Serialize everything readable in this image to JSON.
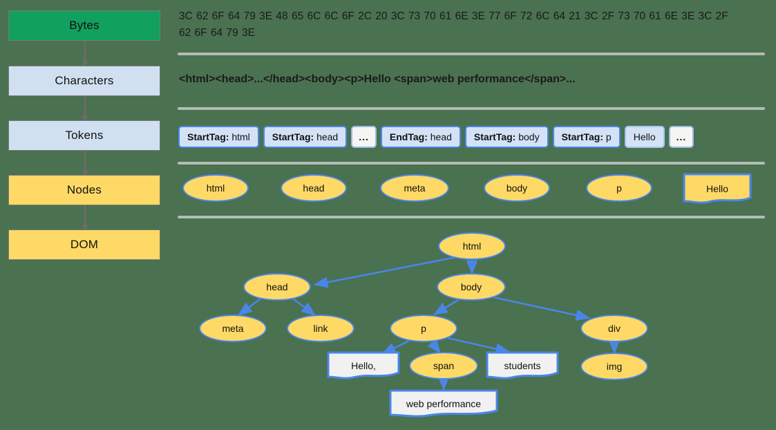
{
  "background_color": "#4a7150",
  "colors": {
    "green": "#12a05e",
    "light_blue": "#d0e0f1",
    "yellow": "#ffd966",
    "node_border_blue": "#4a86e8",
    "arrow_blue": "#4a86e8",
    "separator_gray": "#b3bcb4",
    "text_node_fill": "#f1f1f1"
  },
  "pipeline": {
    "stages": [
      {
        "label": "Bytes",
        "fill": "green"
      },
      {
        "label": "Characters",
        "fill": "blue"
      },
      {
        "label": "Tokens",
        "fill": "blue"
      },
      {
        "label": "Nodes",
        "fill": "yellow"
      },
      {
        "label": "DOM",
        "fill": "yellow"
      }
    ]
  },
  "bytes_row": {
    "text": "3C 62 6F 64 79 3E 48 65 6C 6C 6F 2C 20 3C 73 70 61 6E 3E 77 6F 72 6C 64 21 3C 2F 73 70 61 6E 3E 3C 2F 62 6F 64 79 3E"
  },
  "characters_row": {
    "text": "<html><head>...</head><body><p>Hello <span>web performance</span>..."
  },
  "tokens_row": {
    "tokens": [
      {
        "kind": "StartTag:",
        "value": "html",
        "style": "tag"
      },
      {
        "kind": "StartTag:",
        "value": "head",
        "style": "tag"
      },
      {
        "kind": "",
        "value": "...",
        "style": "ellipsis"
      },
      {
        "kind": "EndTag:",
        "value": "head",
        "style": "tag"
      },
      {
        "kind": "StartTag:",
        "value": "body",
        "style": "tag"
      },
      {
        "kind": "StartTag:",
        "value": "p",
        "style": "tag"
      },
      {
        "kind": "",
        "value": "Hello",
        "style": "plain"
      },
      {
        "kind": "",
        "value": "...",
        "style": "ellipsis"
      }
    ]
  },
  "nodes_row": {
    "nodes": [
      {
        "label": "html",
        "shape": "ellipse"
      },
      {
        "label": "head",
        "shape": "ellipse"
      },
      {
        "label": "meta",
        "shape": "ellipse"
      },
      {
        "label": "body",
        "shape": "ellipse"
      },
      {
        "label": "p",
        "shape": "ellipse"
      },
      {
        "label": "Hello",
        "shape": "note"
      }
    ]
  },
  "dom_tree": {
    "nodes": [
      {
        "id": "html",
        "label": "html",
        "shape": "ellipse"
      },
      {
        "id": "head",
        "label": "head",
        "shape": "ellipse"
      },
      {
        "id": "body",
        "label": "body",
        "shape": "ellipse"
      },
      {
        "id": "meta",
        "label": "meta",
        "shape": "ellipse"
      },
      {
        "id": "link",
        "label": "link",
        "shape": "ellipse"
      },
      {
        "id": "p",
        "label": "p",
        "shape": "ellipse"
      },
      {
        "id": "div",
        "label": "div",
        "shape": "ellipse"
      },
      {
        "id": "hello",
        "label": "Hello,",
        "shape": "note"
      },
      {
        "id": "span",
        "label": "span",
        "shape": "ellipse"
      },
      {
        "id": "students",
        "label": "students",
        "shape": "note"
      },
      {
        "id": "img",
        "label": "img",
        "shape": "ellipse"
      },
      {
        "id": "webperf",
        "label": "web performance",
        "shape": "note"
      }
    ],
    "edges": [
      {
        "from": "html",
        "to": "head"
      },
      {
        "from": "html",
        "to": "body"
      },
      {
        "from": "head",
        "to": "meta"
      },
      {
        "from": "head",
        "to": "link"
      },
      {
        "from": "body",
        "to": "p"
      },
      {
        "from": "body",
        "to": "div"
      },
      {
        "from": "p",
        "to": "hello"
      },
      {
        "from": "p",
        "to": "span"
      },
      {
        "from": "p",
        "to": "students"
      },
      {
        "from": "div",
        "to": "img"
      },
      {
        "from": "span",
        "to": "webperf"
      }
    ]
  }
}
